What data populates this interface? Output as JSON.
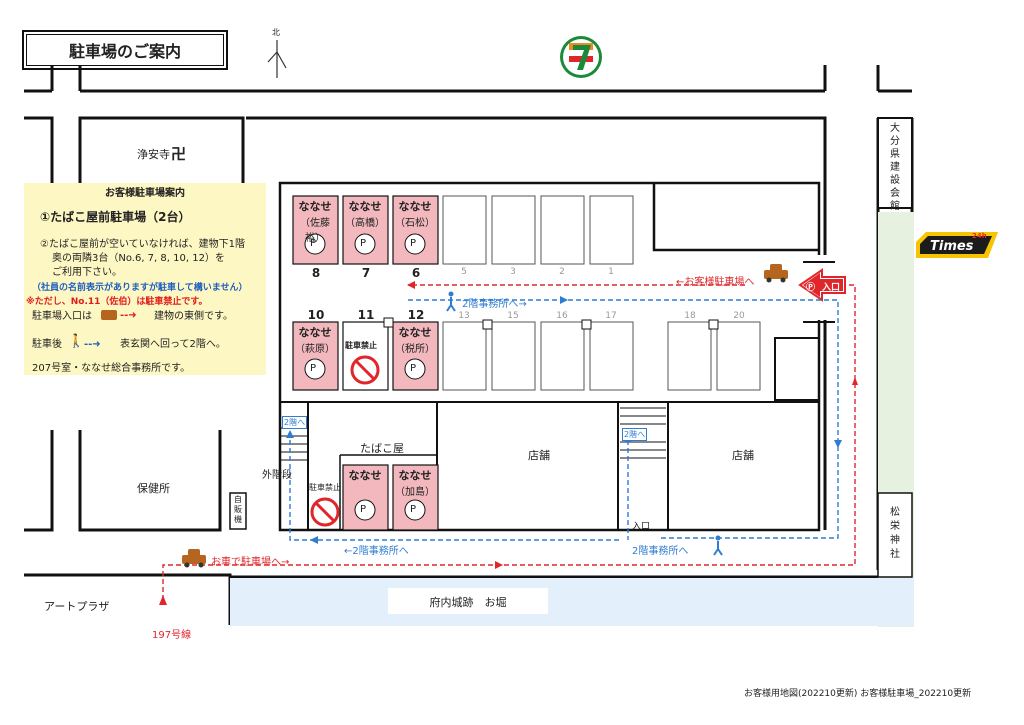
{
  "title": "駐車場のご案内",
  "north_label": "北",
  "info": {
    "heading": "お客様駐車場案内",
    "line1": "①たばこ屋前駐車場（2台）",
    "line2": "②たばこ屋前が空いていなければ、建物下1階",
    "line3": "奥の両隣3台（No.6, 7, 8, 10, 12）を",
    "line4": "ご利用下さい。",
    "line5": "（社員の名前表示がありますが駐車して構いません）",
    "line6": "※ただし、No.11（佐伯）は駐車禁止です。",
    "line7a": "駐車場入口は",
    "line7b": "建物の東側です。",
    "line8a": "駐車後",
    "line8b": "表玄関へ回って2階へ。",
    "line9": "207号室・ななせ総合事務所です。"
  },
  "places": {
    "temple": "浄安寺",
    "temple_mark": "卍",
    "hokenjo": "保健所",
    "vending": "自販機",
    "art_plaza": "アートプラザ",
    "route197": "197号線",
    "moat": "府内城跡　お堀",
    "kensetsu": "大分県建設会館",
    "shrine": "松栄神社",
    "times": "Times",
    "times_24": "24h",
    "tobacco": "たばこ屋",
    "shop1": "店舗",
    "shop2": "店舗",
    "outer_stairs": "外階段",
    "stairs_up1": "2階へ",
    "stairs_up2": "2階へ",
    "entrance_small": "入口",
    "parking_entrance": "入口",
    "no_parking_a": "駐車禁止",
    "no_parking_b": "駐車禁止"
  },
  "arrows": {
    "to_customer_parking": "←お客様駐車場へ",
    "to_office_top": "2階事務所へ→",
    "to_office_left": "←2階事務所へ",
    "to_office_right": "2階事務所へ",
    "by_car": "お車で駐車場へ→"
  },
  "stalls_top": [
    {
      "num": "8",
      "owner": "（佐藤裕）",
      "tag": "ななせ",
      "p": "P"
    },
    {
      "num": "7",
      "owner": "（高橋）",
      "tag": "ななせ",
      "p": "P"
    },
    {
      "num": "6",
      "owner": "（石松）",
      "tag": "ななせ",
      "p": "P"
    }
  ],
  "stalls_mid": [
    {
      "num": "10",
      "owner": "（萩原）",
      "tag": "ななせ",
      "p": "P"
    },
    {
      "num": "11",
      "owner": "",
      "tag": "駐車禁止",
      "p": ""
    },
    {
      "num": "12",
      "owner": "（税所）",
      "tag": "ななせ",
      "p": "P"
    }
  ],
  "stalls_bottom": [
    {
      "owner": "",
      "tag": "ななせ",
      "p": "P"
    },
    {
      "owner": "（加島）",
      "tag": "ななせ",
      "p": "P"
    }
  ],
  "gray_numbers_top": [
    "5",
    "3",
    "2",
    "1"
  ],
  "gray_numbers_mid": [
    "13",
    "15",
    "16",
    "17",
    "18",
    "20"
  ],
  "colors": {
    "stall_pink": "#f2b8bd",
    "info_yellow": "#fdf7c3",
    "route_red": "#e0262b",
    "route_blue": "#2f7cd1",
    "moat_blue": "#e3effb",
    "shrine_green": "#e6f2df",
    "times_yellow": "#f6c400"
  },
  "footer": "お客様用地図(202210更新) お客様駐車場_202210更新"
}
